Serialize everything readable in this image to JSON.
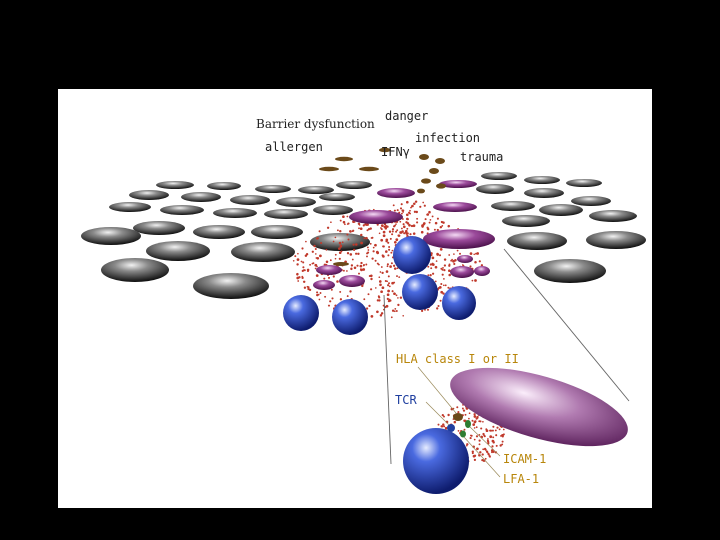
{
  "labels": {
    "barrier": "Barrier dysfunction",
    "danger": "danger",
    "infection": "infection",
    "allergen": "allergen",
    "ifng": "IFNγ",
    "trauma": "trauma",
    "hla": "HLA class I or II",
    "tcr": "TCR",
    "icam": "ICAM-1",
    "lfa": "LFA-1"
  },
  "colors": {
    "background": "#000000",
    "panel": "#ffffff",
    "keratinocyte": "#1a1a1a",
    "activated_cell": "#7a2a7a",
    "t_cell": "#2a3fb0",
    "cytokine": "#c0392b",
    "mediator": "#6b4a1a",
    "label_gold": "#b8860b",
    "label_blue": "#1f3f9f"
  }
}
